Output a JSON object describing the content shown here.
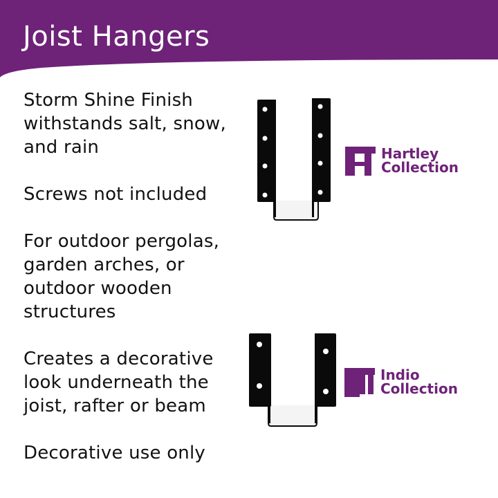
{
  "header": {
    "title": "Joist Hangers",
    "background_color": "#6e2278"
  },
  "features": [
    "Storm Shine Finish withstands salt, snow, and rain",
    "Screws not included",
    "For outdoor pergolas, garden arches, or outdoor wooden structures",
    "Creates a decorative look underneath the joist, rafter or beam",
    "Decorative use only"
  ],
  "products": [
    {
      "name": "hartley-hanger",
      "brand_line1": "Hartley",
      "brand_line2": "Collection",
      "holes_per_side": 4
    },
    {
      "name": "indio-hanger",
      "brand_line1": "Indio",
      "brand_line2": "Collection",
      "holes_per_side": 2
    }
  ],
  "colors": {
    "brand_purple": "#6e2278",
    "text": "#111111",
    "metal": "#0a0a0a"
  }
}
